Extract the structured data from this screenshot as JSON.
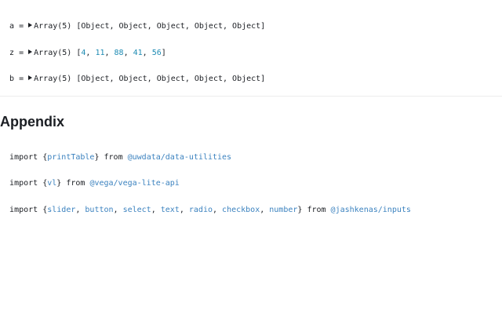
{
  "cells": {
    "a": {
      "var": "a",
      "eq": " = ",
      "type": "Array(5)",
      "open": " [",
      "items": [
        "Object",
        "Object",
        "Object",
        "Object",
        "Object"
      ],
      "close": "]"
    },
    "z": {
      "var": "z",
      "eq": " = ",
      "type": "Array(5)",
      "open": " [",
      "items": [
        "4",
        "11",
        "88",
        "41",
        "56"
      ],
      "close": "]"
    },
    "b": {
      "var": "b",
      "eq": " = ",
      "type": "Array(5)",
      "open": " [",
      "items": [
        "Object",
        "Object",
        "Object",
        "Object",
        "Object"
      ],
      "close": "]"
    }
  },
  "sep": ", ",
  "appendix": {
    "title": "Appendix",
    "imports": [
      {
        "kw": "import ",
        "open": "{",
        "names": [
          "printTable"
        ],
        "close": "}",
        "from": " from ",
        "module": "@uwdata/data-utilities"
      },
      {
        "kw": "import ",
        "open": "{",
        "names": [
          "vl"
        ],
        "close": "}",
        "from": " from ",
        "module": "@vega/vega-lite-api"
      },
      {
        "kw": "import ",
        "open": "{",
        "names": [
          "slider",
          "button",
          "select",
          "text",
          "radio",
          "checkbox",
          "number"
        ],
        "close": "}",
        "from": " from ",
        "module": "@jashkenas/inputs"
      }
    ]
  },
  "colors": {
    "number": "#1e8bb3",
    "link": "#3b82bf",
    "text": "#1b1e23"
  }
}
